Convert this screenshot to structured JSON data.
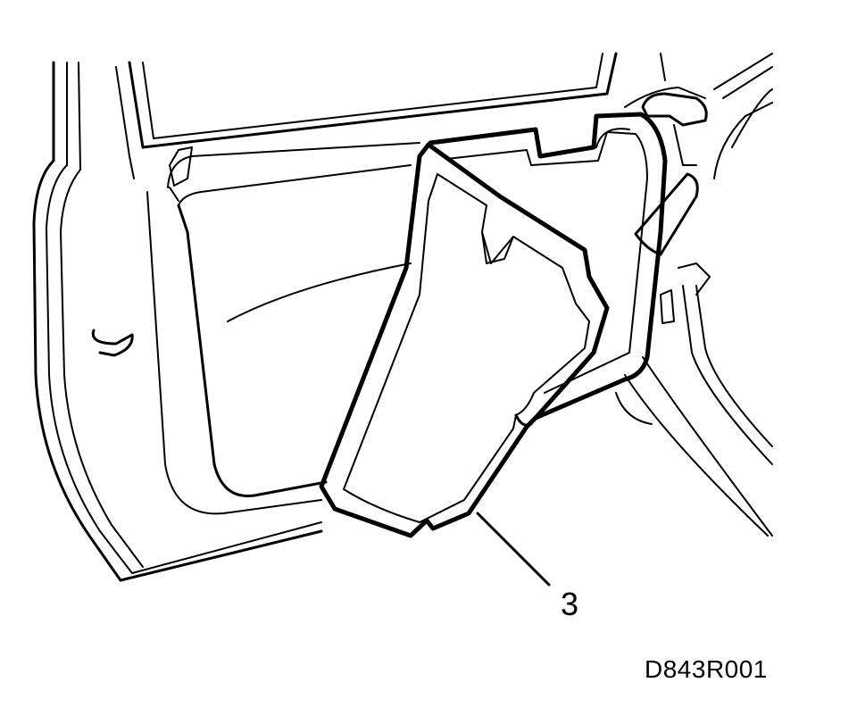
{
  "diagram": {
    "callouts": [
      {
        "id": "3",
        "label": "3"
      }
    ],
    "figure_code": "D843R001",
    "colors": {
      "line": "#000000",
      "background": "#ffffff"
    }
  }
}
